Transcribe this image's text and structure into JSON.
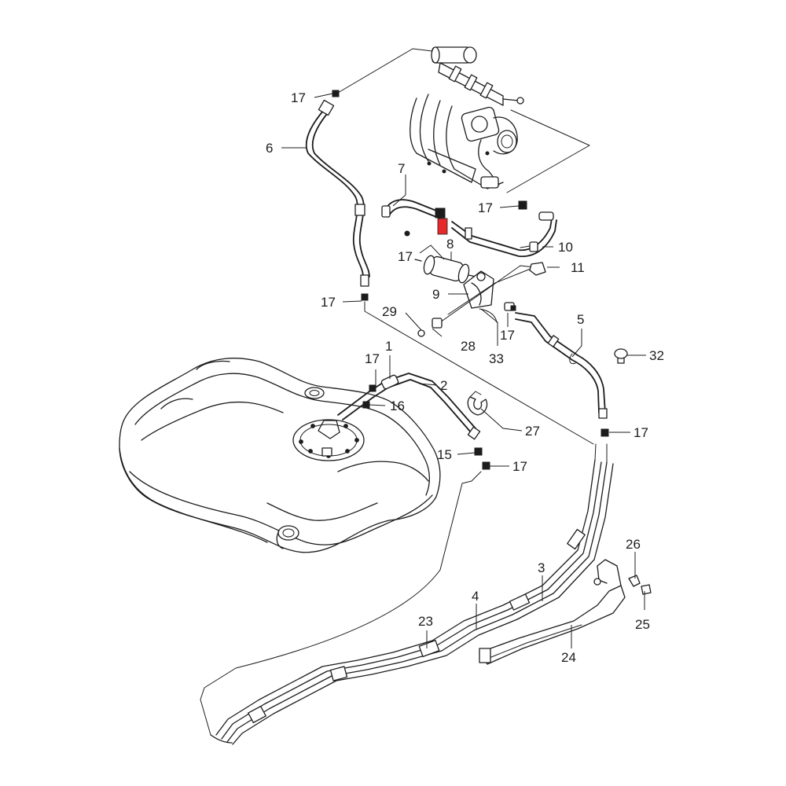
{
  "diagram": {
    "highlight_color": "#e8292b",
    "line_color": "#1c1c1c",
    "callouts": [
      {
        "id": "c17a",
        "label": "17"
      },
      {
        "id": "c6",
        "label": "6"
      },
      {
        "id": "c7",
        "label": "7"
      },
      {
        "id": "c17b",
        "label": "17"
      },
      {
        "id": "c8",
        "label": "8"
      },
      {
        "id": "c17c",
        "label": "17"
      },
      {
        "id": "c10",
        "label": "10"
      },
      {
        "id": "c11",
        "label": "11"
      },
      {
        "id": "c9",
        "label": "9"
      },
      {
        "id": "c17d",
        "label": "17"
      },
      {
        "id": "c29",
        "label": "29"
      },
      {
        "id": "c5",
        "label": "5"
      },
      {
        "id": "c28",
        "label": "28"
      },
      {
        "id": "c17e",
        "label": "17"
      },
      {
        "id": "c33",
        "label": "33"
      },
      {
        "id": "c32",
        "label": "32"
      },
      {
        "id": "c1",
        "label": "1"
      },
      {
        "id": "c17f",
        "label": "17"
      },
      {
        "id": "c2",
        "label": "2"
      },
      {
        "id": "c16",
        "label": "16"
      },
      {
        "id": "c27",
        "label": "27"
      },
      {
        "id": "c17g",
        "label": "17"
      },
      {
        "id": "c15",
        "label": "15"
      },
      {
        "id": "c17h",
        "label": "17"
      },
      {
        "id": "c26",
        "label": "26"
      },
      {
        "id": "c3",
        "label": "3"
      },
      {
        "id": "c4",
        "label": "4"
      },
      {
        "id": "c25",
        "label": "25"
      },
      {
        "id": "c23",
        "label": "23"
      },
      {
        "id": "c24",
        "label": "24"
      }
    ]
  }
}
